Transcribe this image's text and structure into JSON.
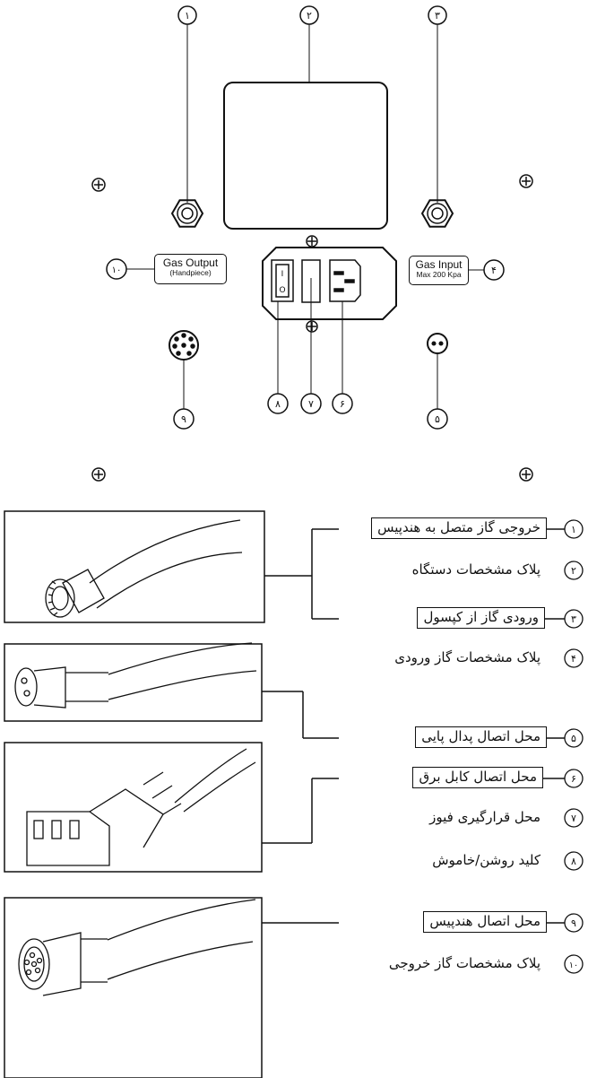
{
  "panel_tags": {
    "gas_output_title": "Gas Output",
    "gas_output_sub": "(Handpiece)",
    "gas_input_title": "Gas Input",
    "gas_input_sub": "Max 200 Kpa"
  },
  "switch_marks": {
    "on": "I",
    "off": "O"
  },
  "callout_numbers": [
    "۱",
    "۲",
    "۳",
    "۴",
    "۵",
    "۶",
    "۷",
    "۸",
    "۹",
    "۱۰"
  ],
  "legend": [
    {
      "num": "۱",
      "text": "خروجی گاز متصل به هندپیس",
      "boxed": true
    },
    {
      "num": "۲",
      "text": "پلاک مشخصات دستگاه",
      "boxed": false
    },
    {
      "num": "۳",
      "text": "ورودی گاز از کپسول",
      "boxed": true
    },
    {
      "num": "۴",
      "text": "پلاک مشخصات گاز ورودی",
      "boxed": false
    },
    {
      "num": "۵",
      "text": "محل اتصال پدال پایی",
      "boxed": true
    },
    {
      "num": "۶",
      "text": "محل اتصال کابل برق",
      "boxed": true
    },
    {
      "num": "۷",
      "text": "محل قرارگیری فیوز",
      "boxed": false
    },
    {
      "num": "۸",
      "text": "کلید روشن/خاموش",
      "boxed": false
    },
    {
      "num": "۹",
      "text": "محل اتصال هندپیس",
      "boxed": true
    },
    {
      "num": "۱۰",
      "text": "پلاک مشخصات گاز خروجی",
      "boxed": false
    }
  ],
  "illustrations": [
    {
      "name": "gas-hose-nut-connector"
    },
    {
      "name": "two-pin-pedal-connector"
    },
    {
      "name": "iec-power-plug"
    },
    {
      "name": "multi-pin-handpiece-connector"
    }
  ],
  "colors": {
    "line": "#111111",
    "background": "#ffffff"
  }
}
